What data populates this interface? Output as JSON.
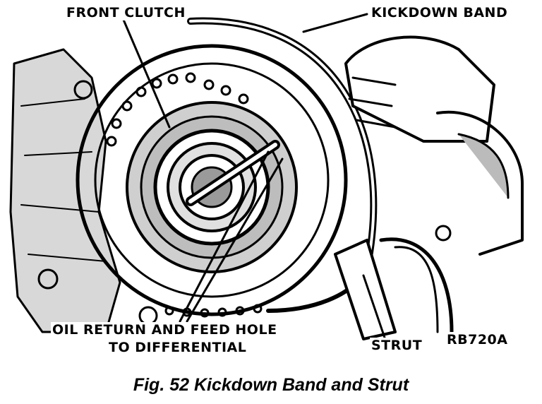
{
  "labels": {
    "front_clutch": "FRONT CLUTCH",
    "kickdown_band": "KICKDOWN BAND",
    "oil_return_line1": "OIL RETURN AND FEED HOLE",
    "oil_return_line2": "TO DIFFERENTIAL",
    "strut": "STRUT",
    "code": "RB720A"
  },
  "caption": "Fig. 52 Kickdown Band and Strut"
}
